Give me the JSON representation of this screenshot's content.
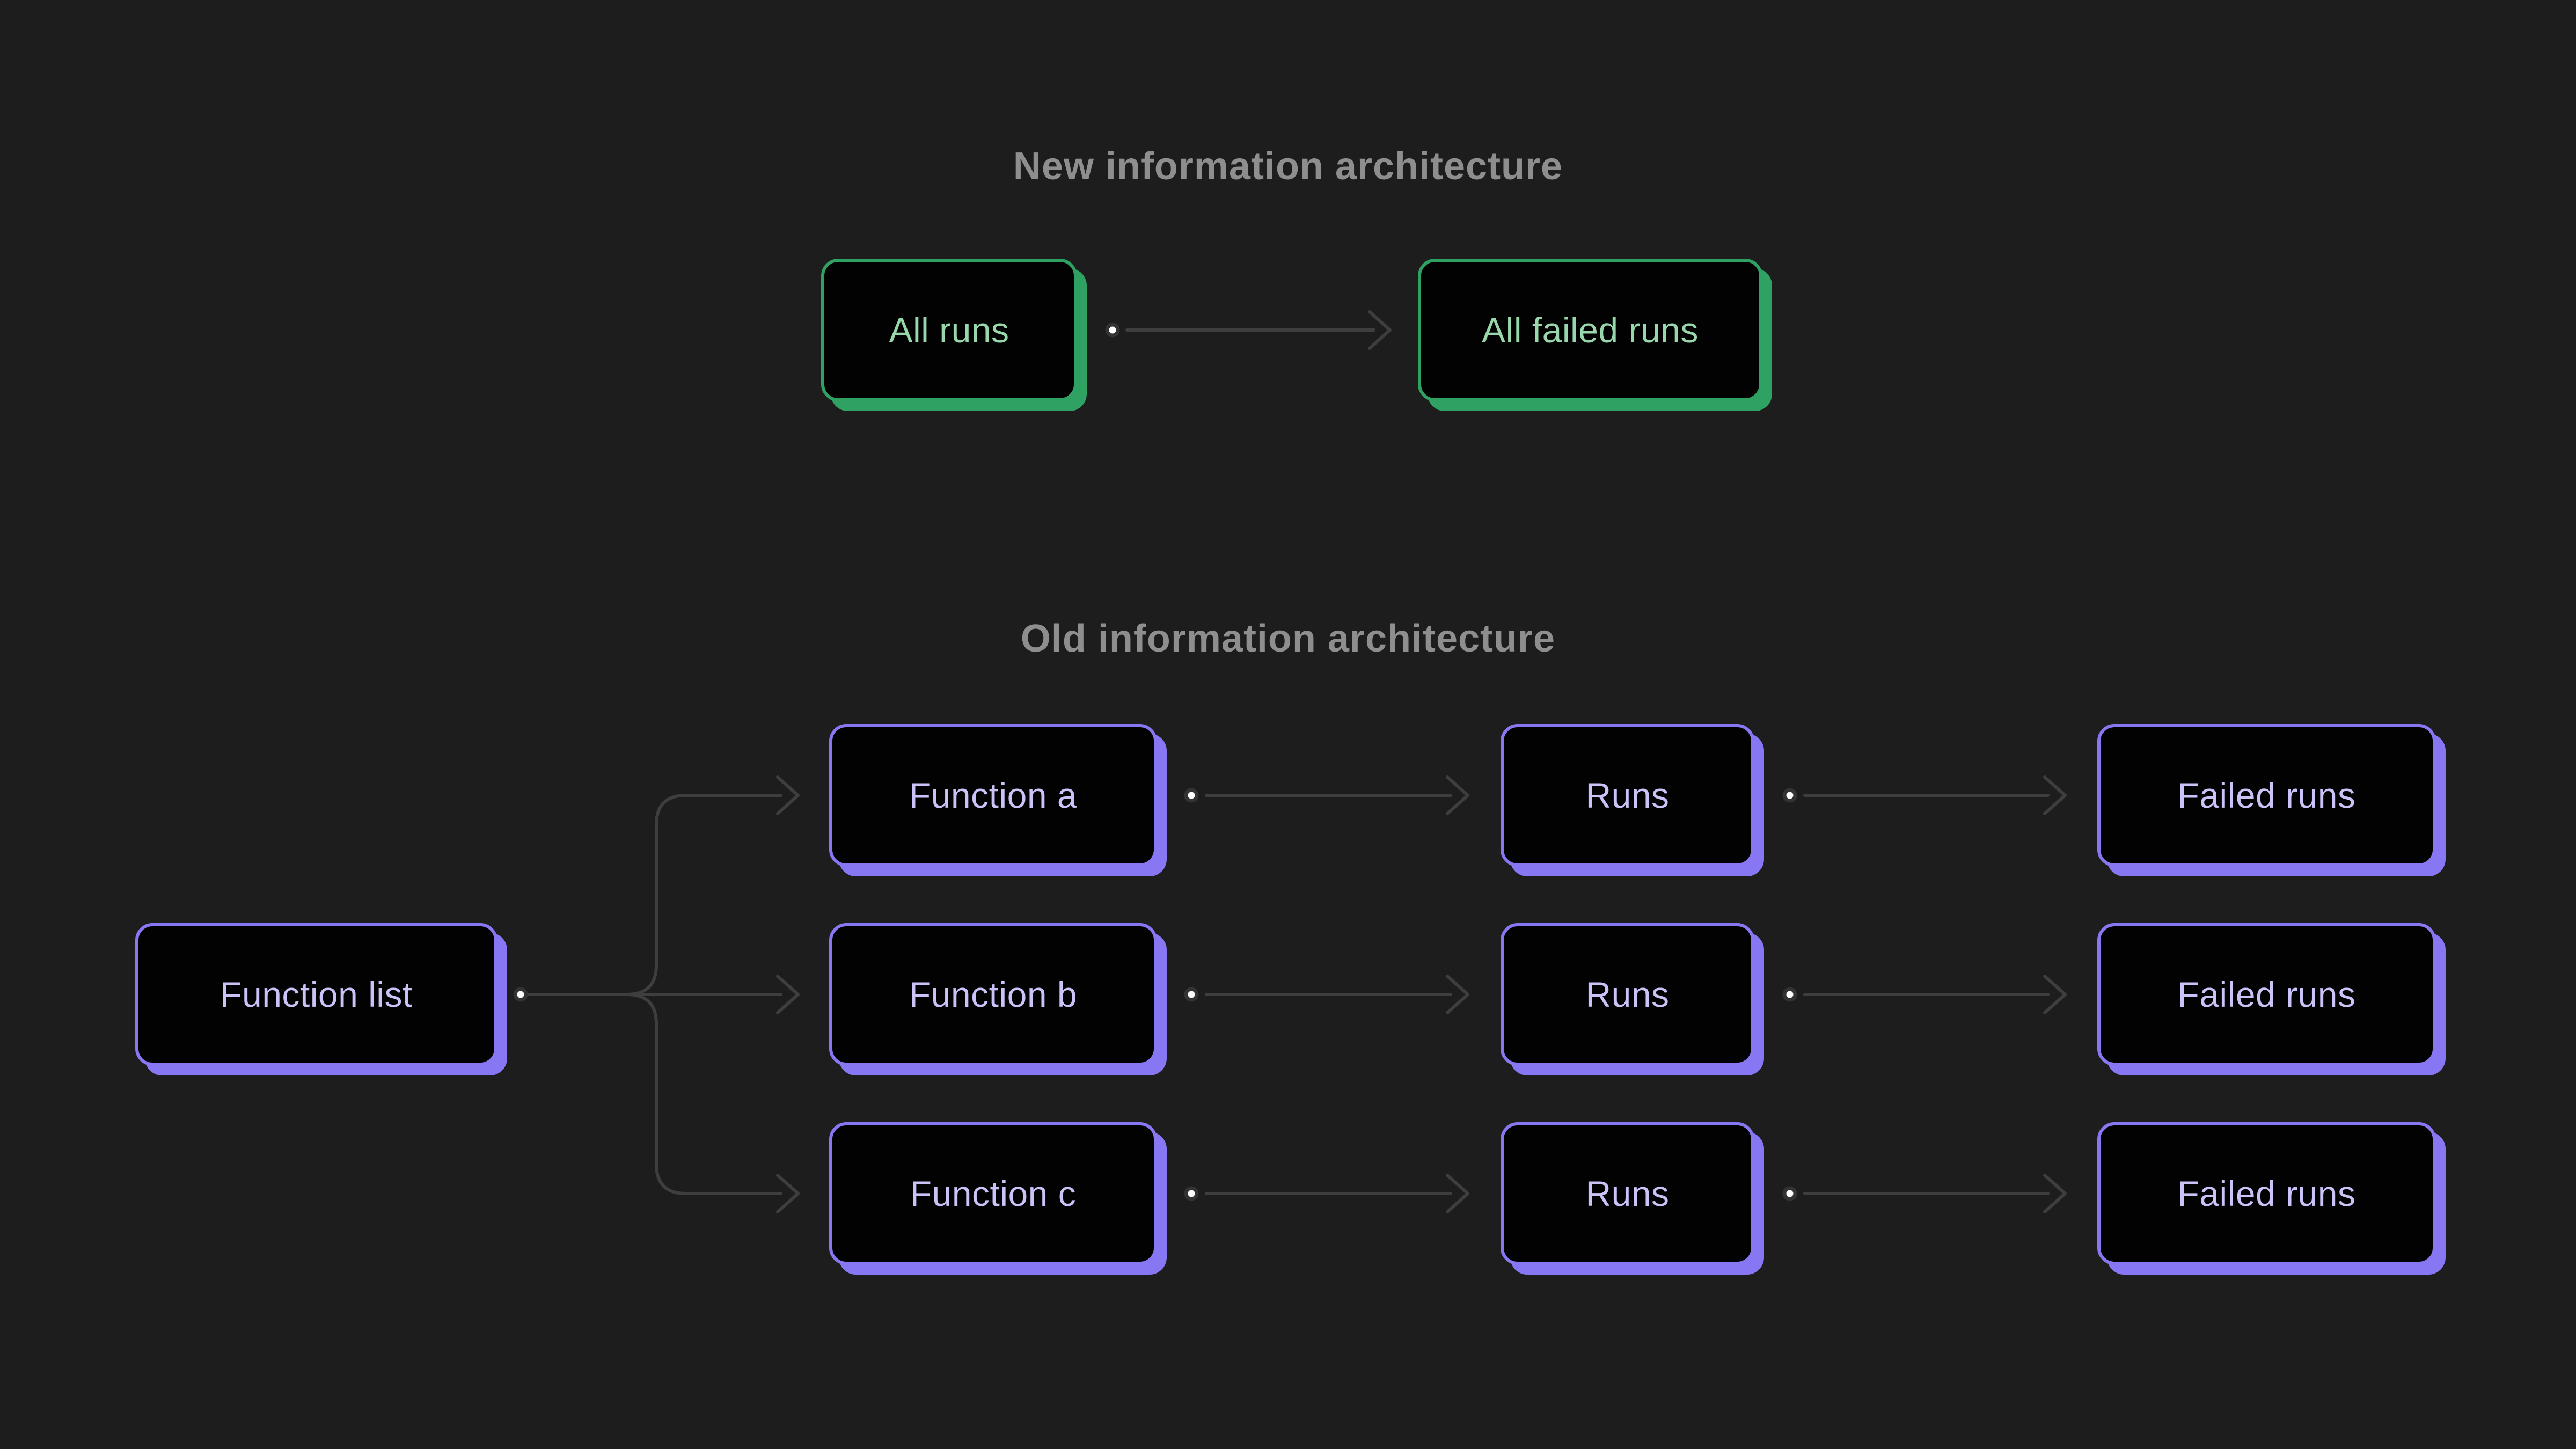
{
  "titles": {
    "new": "New information architecture",
    "old": "Old information architecture"
  },
  "nodes": {
    "all_runs": "All runs",
    "all_failed_runs": "All failed runs",
    "function_list": "Function list",
    "function_a": "Function a",
    "function_b": "Function b",
    "function_c": "Function c",
    "runs": "Runs",
    "failed_runs": "Failed runs"
  },
  "colors": {
    "background": "#1d1d1d",
    "node_fill": "#020202",
    "green_accent": "#2fa163",
    "green_text": "#97d7ab",
    "purple_accent": "#8777f3",
    "purple_text": "#ccc2f8",
    "title_text": "#8e8e8e",
    "connector_line": "#3e3e3e",
    "connector_dot_fill": "#ffffff",
    "connector_dot_ring": "#333333"
  }
}
